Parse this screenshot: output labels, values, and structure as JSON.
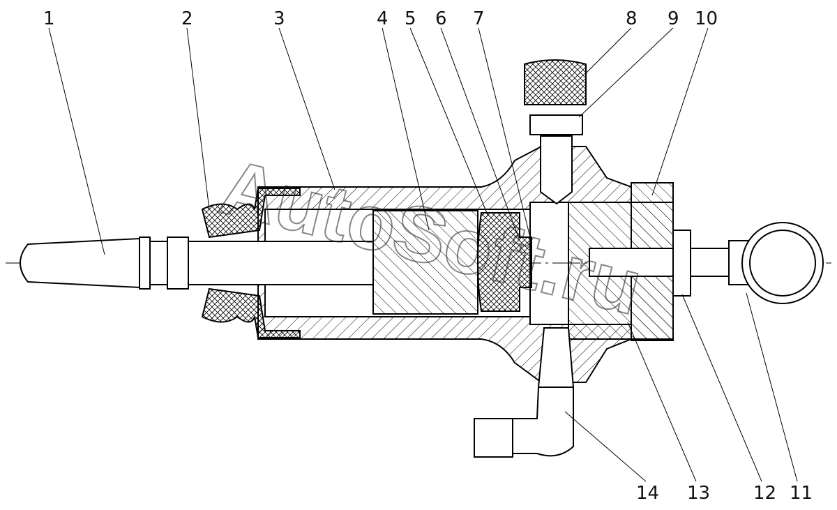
{
  "drawing": {
    "callouts": [
      "1",
      "2",
      "3",
      "4",
      "5",
      "6",
      "7",
      "8",
      "9",
      "10",
      "11",
      "12",
      "13",
      "14"
    ],
    "watermark": "AutoSoft.ru"
  }
}
